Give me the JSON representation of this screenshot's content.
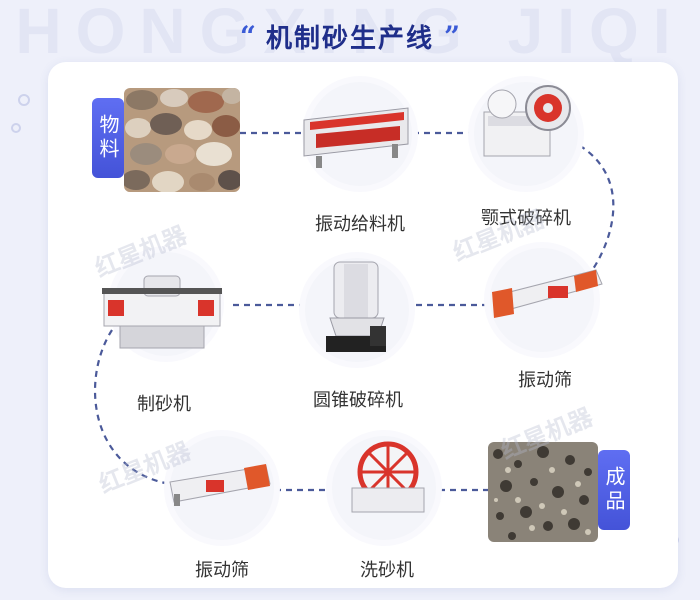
{
  "title": "机制砂生产线",
  "title_quote_left": "“",
  "title_quote_right": "”",
  "background_watermark": "HONGXING JIQI",
  "watermark_text": "红星机器",
  "colors": {
    "accent": "#4a58e0",
    "title": "#1f2e8a",
    "connector": "#4b5a9a",
    "machine_red": "#d9342b"
  },
  "input_label": "物料",
  "output_label": "成品",
  "steps": [
    {
      "label": "振动给料机",
      "icon": "vibrating-feeder-icon"
    },
    {
      "label": "颚式破碎机",
      "icon": "jaw-crusher-icon"
    },
    {
      "label": "振动筛",
      "icon": "vibrating-screen-icon"
    },
    {
      "label": "圆锥破碎机",
      "icon": "cone-crusher-icon"
    },
    {
      "label": "制砂机",
      "icon": "sand-making-machine-icon"
    },
    {
      "label": "振动筛",
      "icon": "vibrating-screen-icon"
    },
    {
      "label": "洗砂机",
      "icon": "sand-washer-icon"
    }
  ]
}
